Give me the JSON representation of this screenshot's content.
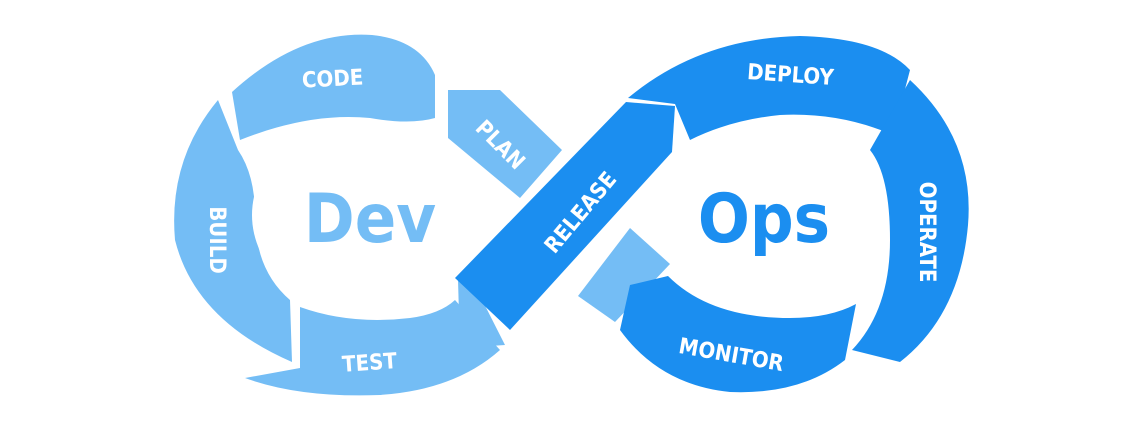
{
  "diagram": {
    "left_title": "Dev",
    "right_title": "Ops",
    "stages": {
      "plan": "PLAN",
      "code": "CODE",
      "build": "BUILD",
      "test": "TEST",
      "release": "RELEASE",
      "deploy": "DEPLOY",
      "operate": "OPERATE",
      "monitor": "MONITOR"
    }
  },
  "colors": {
    "dev_light": "#74bdf5",
    "ops_dark": "#1b8ef0",
    "dev_title": "#74bdf5",
    "ops_title": "#1b8ef0",
    "background": "#ffffff"
  }
}
